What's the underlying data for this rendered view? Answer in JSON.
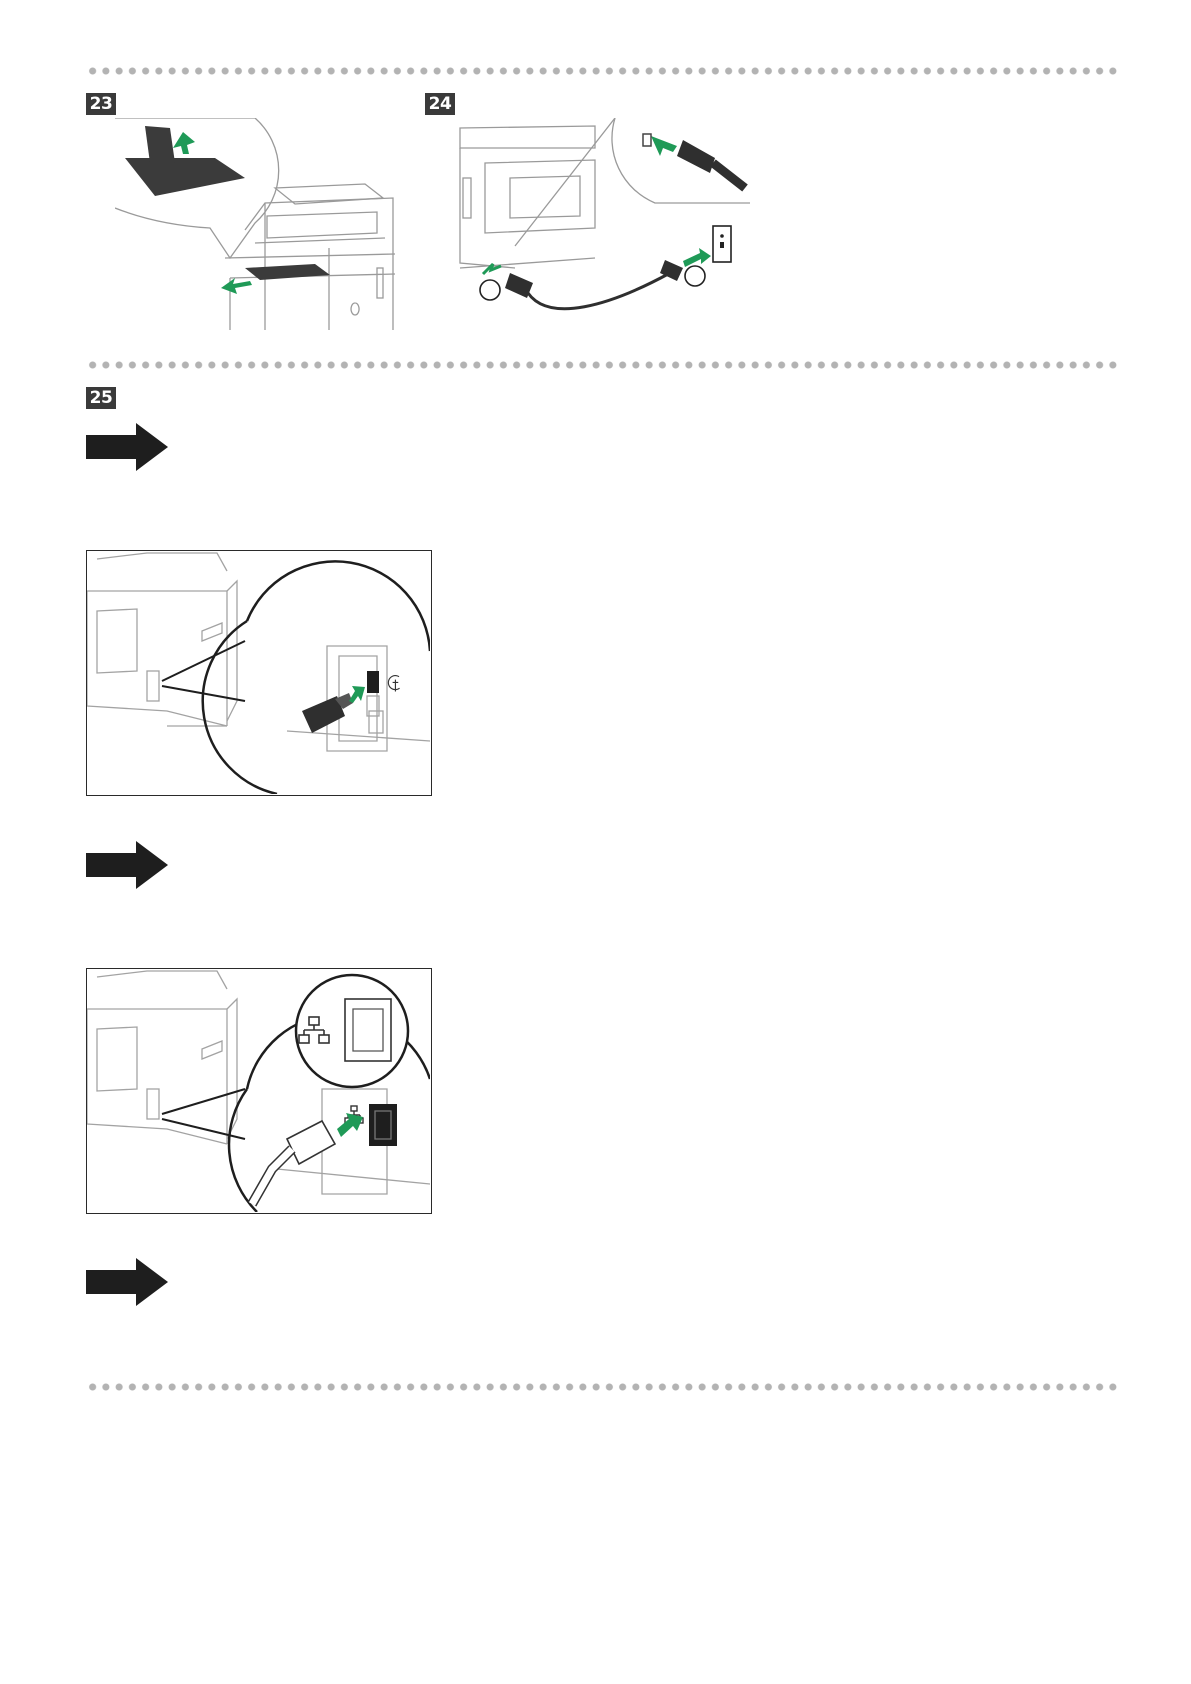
{
  "steps": {
    "step23": {
      "number": "23"
    },
    "step24": {
      "number": "24"
    },
    "step25": {
      "number": "25"
    }
  },
  "icons": {
    "arrow": "right-arrow-icon",
    "network": "network-icon",
    "usb": "usb-icon",
    "power_plug": "power-plug-icon"
  },
  "colors": {
    "badge": "#3a3a3a",
    "dots": "#b3b3b3",
    "green_arrow": "#1f9a57",
    "black_arrow": "#1e1e1e",
    "device_outline": "#9a9a9a"
  }
}
